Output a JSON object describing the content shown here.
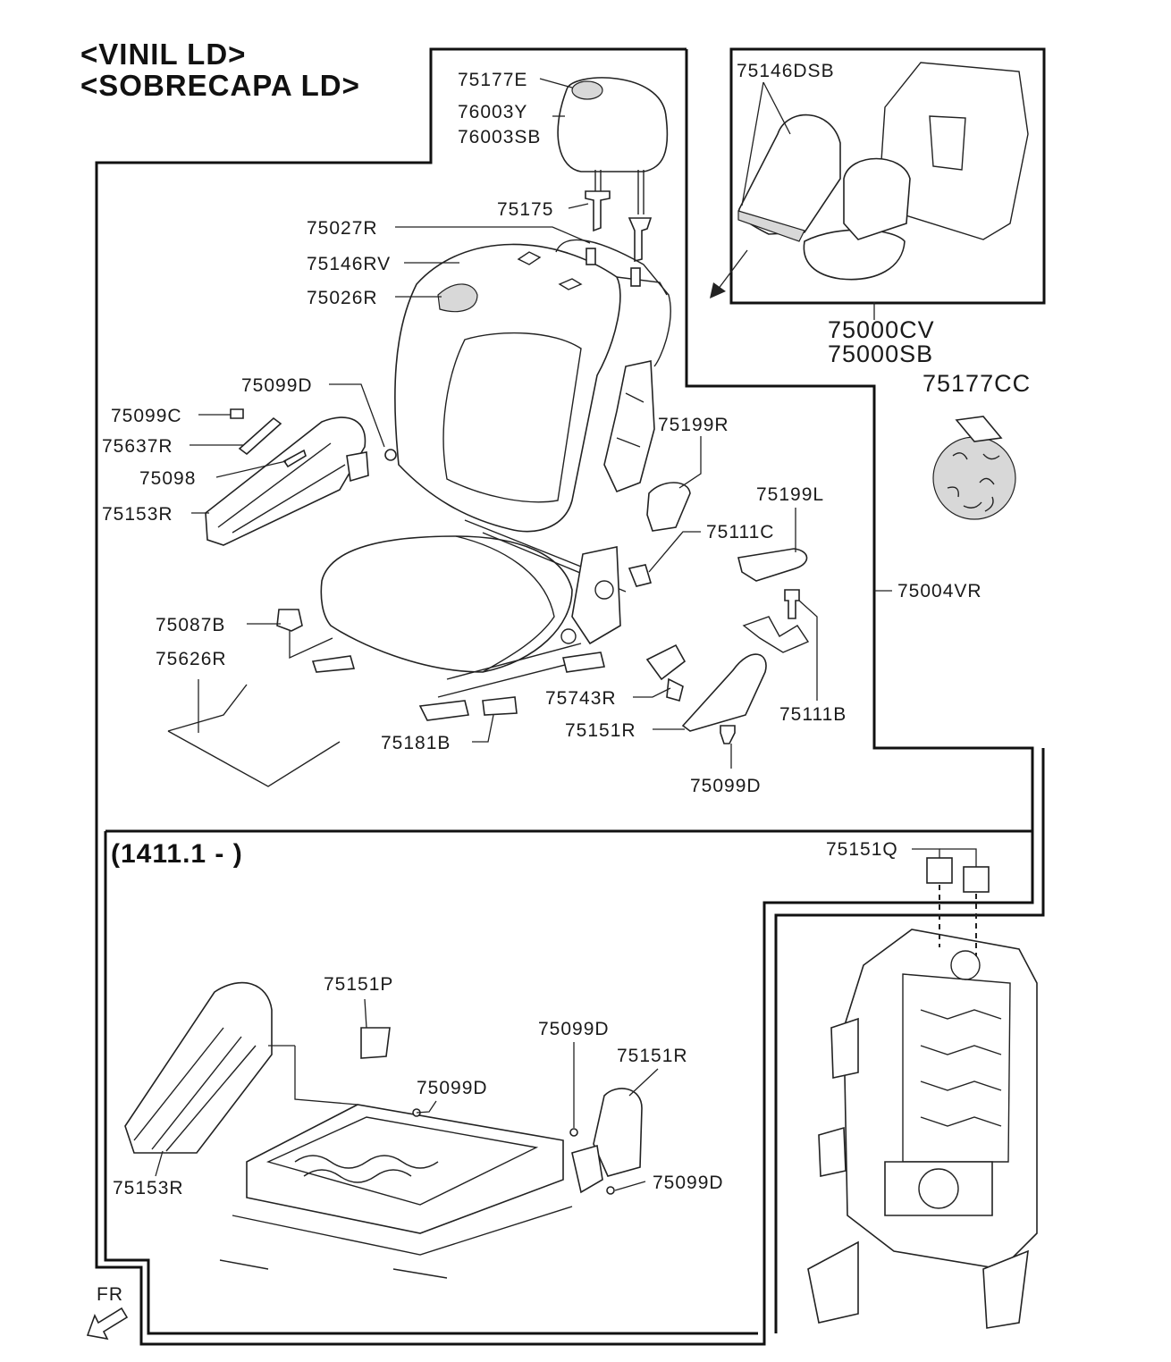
{
  "header": {
    "line1": "<VINIL LD>",
    "line2": "<SOBRECAPA LD>"
  },
  "variant": {
    "label": "(1411.1 - )"
  },
  "orientation": {
    "label": "FR"
  },
  "callouts": {
    "p75177E": "75177E",
    "p76003Y": "76003Y",
    "p76003SB": "76003SB",
    "p75175": "75175",
    "p75027R": "75027R",
    "p75146RV": "75146RV",
    "p75026R": "75026R",
    "p75099D_a": "75099D",
    "p75099C": "75099C",
    "p75637R": "75637R",
    "p75098": "75098",
    "p75153R_a": "75153R",
    "p75199R": "75199R",
    "p75199L": "75199L",
    "p75111C": "75111C",
    "p75087B": "75087B",
    "p75626R": "75626R",
    "p75743R": "75743R",
    "p75151R_a": "75151R",
    "p75181B": "75181B",
    "p75111B": "75111B",
    "p75099D_b": "75099D",
    "p75146DSB": "75146DSB",
    "p75000CV": "75000CV",
    "p75000SB": "75000SB",
    "p75177CC": "75177CC",
    "p75004VR": "75004VR",
    "p75151Q": "75151Q",
    "p75151P": "75151P",
    "p75099D_c": "75099D",
    "p75151R_b": "75151R",
    "p75099D_d": "75099D",
    "p75153R_b": "75153R",
    "p75099D_e": "75099D"
  }
}
